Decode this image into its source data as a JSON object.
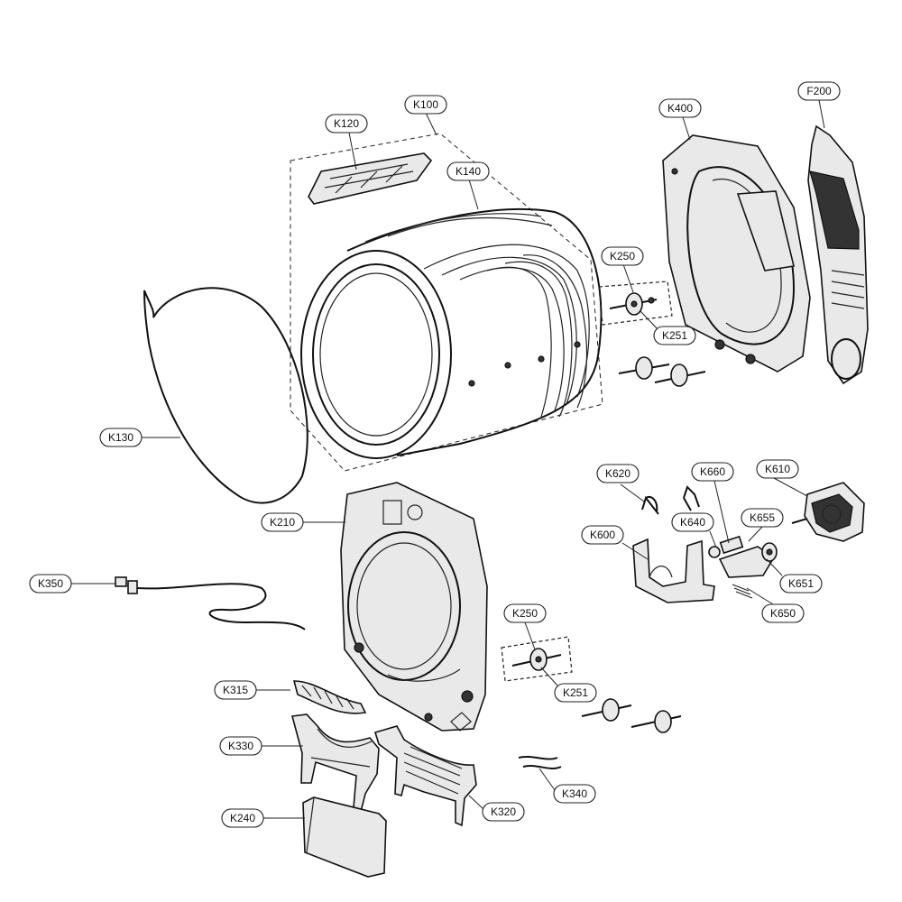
{
  "diagram": {
    "callouts": {
      "k120": "K120",
      "k100": "K100",
      "k140": "K140",
      "k400": "K400",
      "f200": "F200",
      "k250_top": "K250",
      "k251_top": "K251",
      "k130": "K130",
      "k620": "K620",
      "k660": "K660",
      "k610": "K610",
      "k210": "K210",
      "k640": "K640",
      "k655": "K655",
      "k600": "K600",
      "k651": "K651",
      "k650": "K650",
      "k350": "K350",
      "k250_bottom": "K250",
      "k251_bottom": "K251",
      "k315": "K315",
      "k330": "K330",
      "k340": "K340",
      "k240": "K240",
      "k320": "K320"
    }
  }
}
